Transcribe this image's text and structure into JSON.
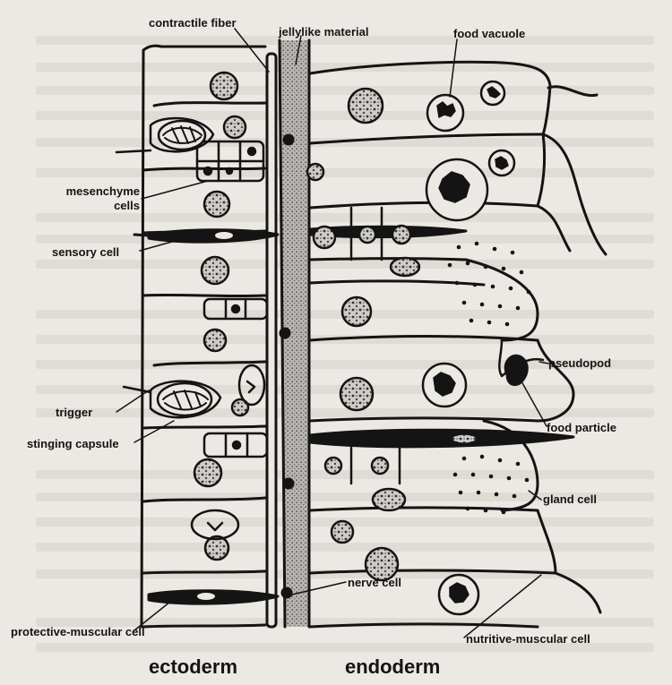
{
  "labels": {
    "contractile_fiber": "contractile fiber",
    "jellylike_material": "jellylike material",
    "food_vacuole": "food vacuole",
    "mesenchyme_line1": "mesenchyme",
    "mesenchyme_line2": "cells",
    "sensory_cell": "sensory cell",
    "pseudopod": "pseudopod",
    "food_particle": "food particle",
    "trigger": "trigger",
    "stinging_capsule": "stinging capsule",
    "gland_cell": "gland cell",
    "nerve_cell": "nerve cell",
    "protective_muscular_cell": "protective-muscular cell",
    "nutritive_muscular_cell": "nutritive-muscular cell",
    "ectoderm": "ectoderm",
    "endoderm": "endoderm"
  },
  "colors": {
    "ink": "#141414",
    "paper": "#ece8e3",
    "mesoglea": "#9a9794",
    "ghost_text": "#d6d1ca"
  }
}
